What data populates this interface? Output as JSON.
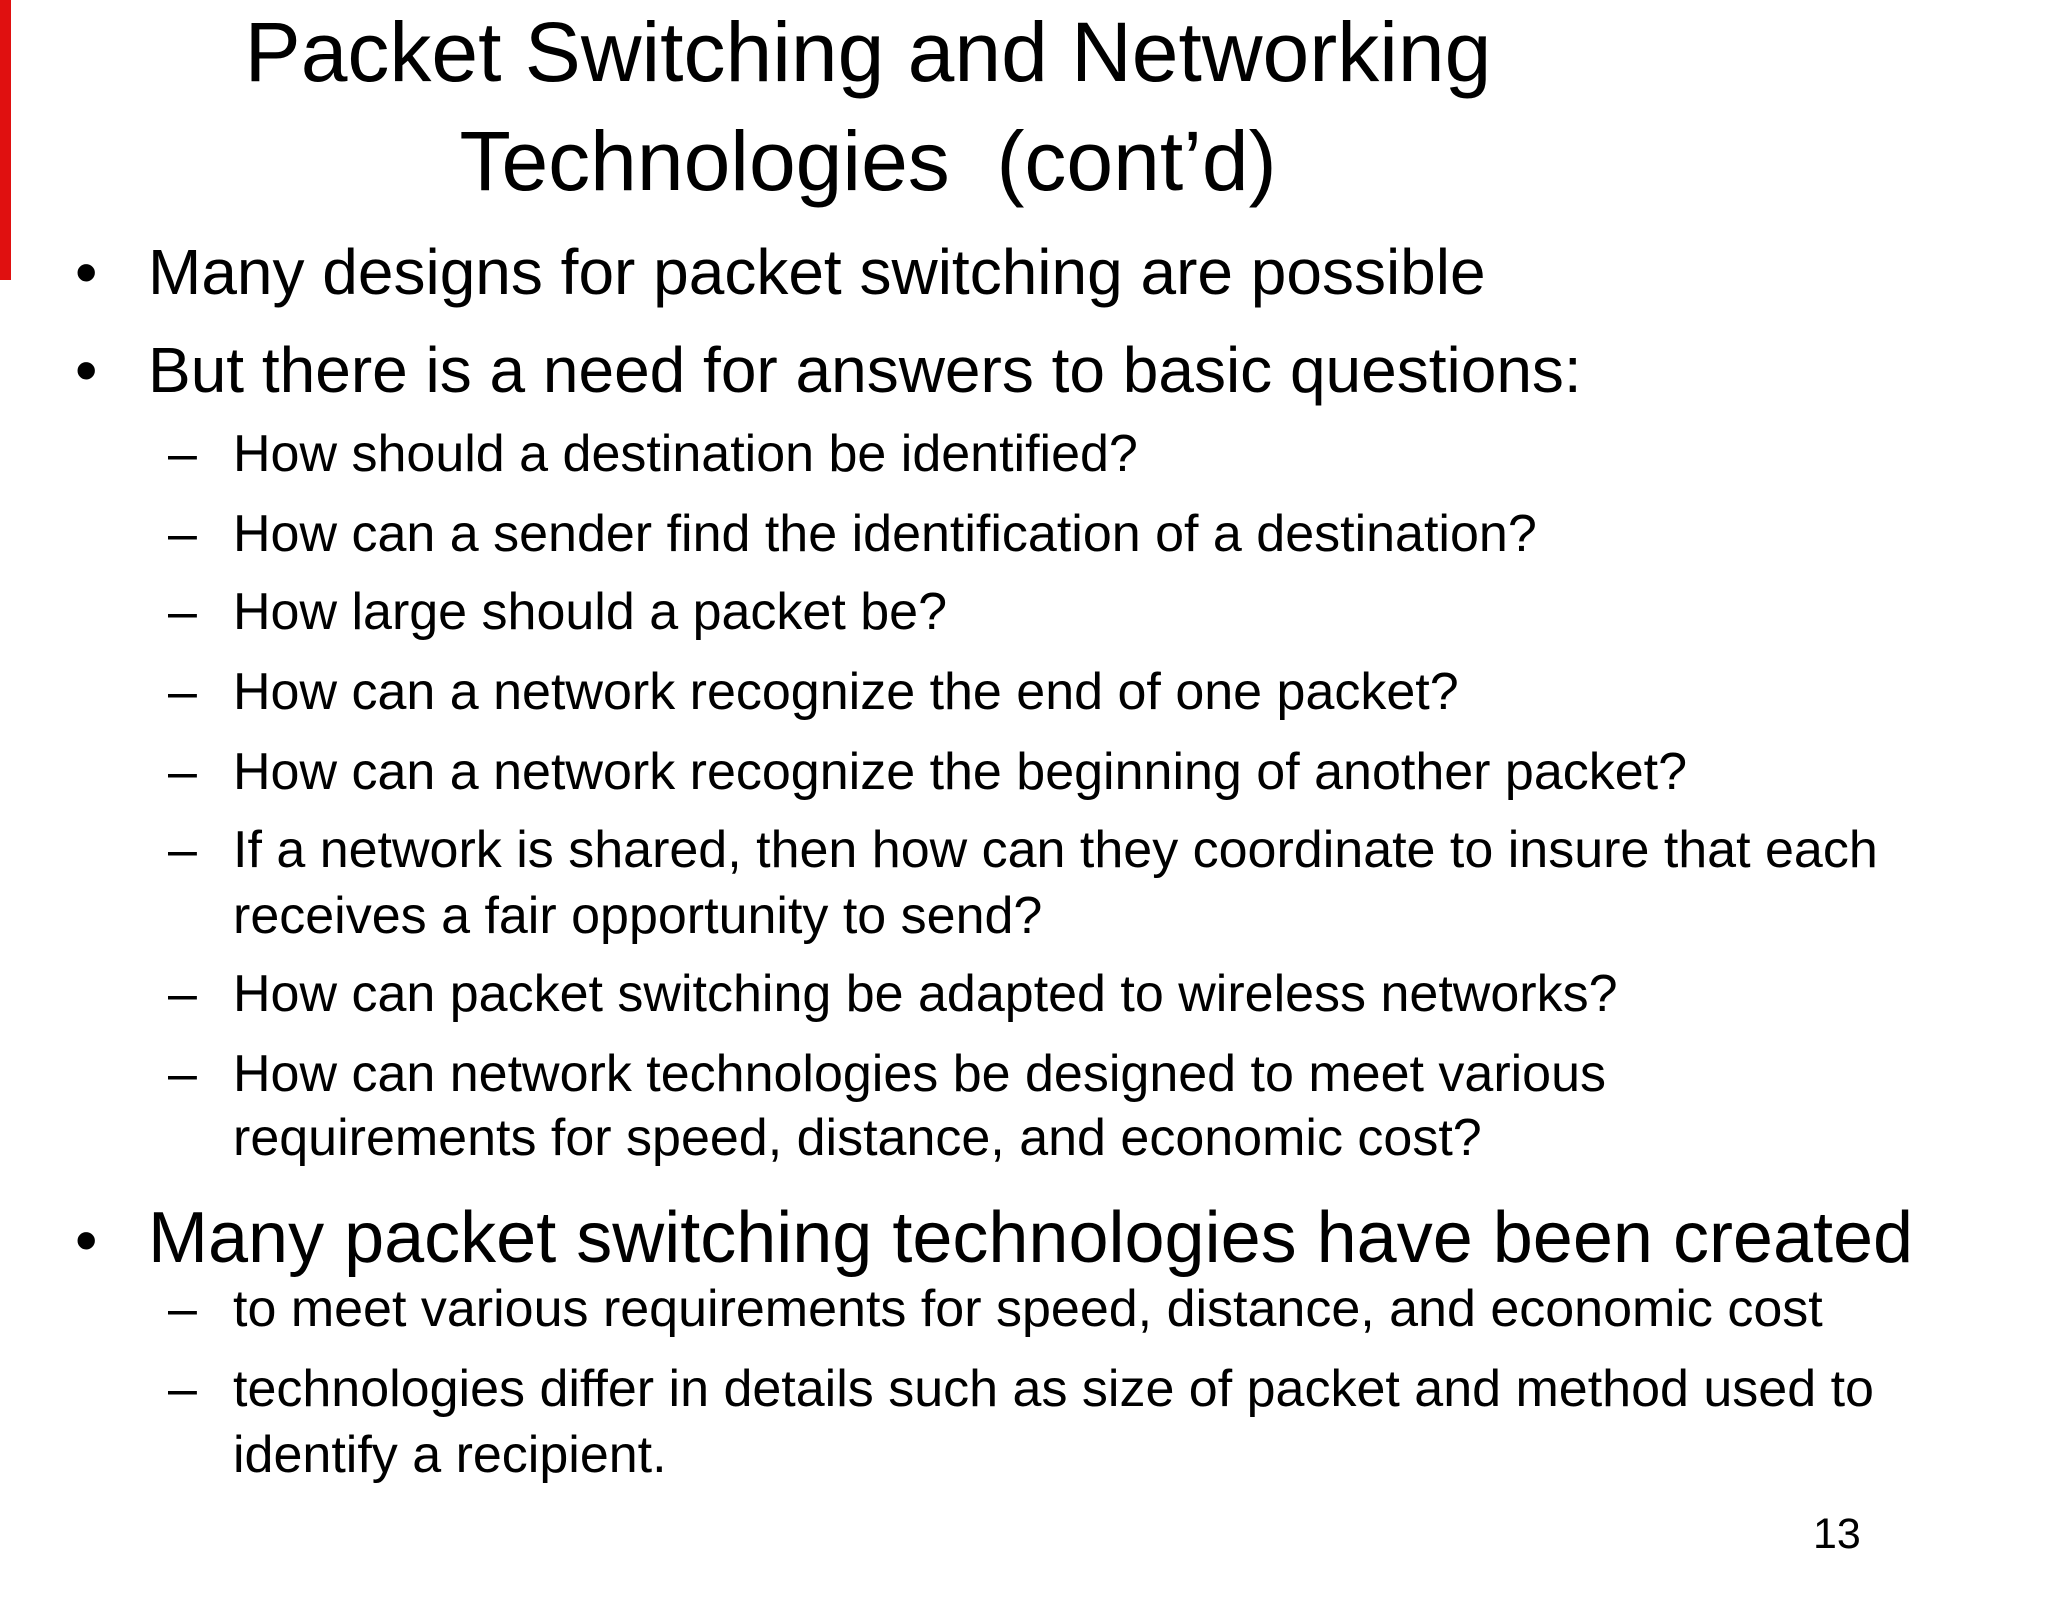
{
  "slide": {
    "accent_color": "#e01010",
    "title": {
      "line1": "Packet Switching and Networking",
      "line2": "Technologies  (cont’d)"
    },
    "markers": {
      "bullet": "•",
      "dash": "–"
    },
    "content": [
      {
        "level": 1,
        "lines": [
          "Many designs for packet switching are possible"
        ]
      },
      {
        "level": 1,
        "lines": [
          "But there is a need for answers to basic questions:"
        ]
      },
      {
        "level": 2,
        "lines": [
          "How should a destination be identified?"
        ]
      },
      {
        "level": 2,
        "lines": [
          "How can a sender find the identification of a destination?"
        ]
      },
      {
        "level": 2,
        "lines": [
          "How large should a packet be?"
        ]
      },
      {
        "level": 2,
        "lines": [
          "How can a network recognize the end of one packet?"
        ]
      },
      {
        "level": 2,
        "lines": [
          "How can a network recognize the beginning of another packet?"
        ]
      },
      {
        "level": 2,
        "lines": [
          "If a network is shared, then how can they coordinate to insure that each",
          "receives a fair opportunity to send?"
        ]
      },
      {
        "level": 2,
        "lines": [
          "How can packet switching be adapted to wireless networks?"
        ]
      },
      {
        "level": 2,
        "lines": [
          "How can network technologies be designed to meet various",
          "requirements for speed, distance, and economic cost?"
        ]
      },
      {
        "level": 1,
        "lines": [
          "Many packet switching technologies have been created"
        ]
      },
      {
        "level": 2,
        "lines": [
          "to meet various requirements for speed, distance, and economic cost"
        ]
      },
      {
        "level": 2,
        "lines": [
          "technologies differ in details such as size of packet and method used to",
          "identify a recipient."
        ]
      }
    ],
    "page_number": "13"
  }
}
